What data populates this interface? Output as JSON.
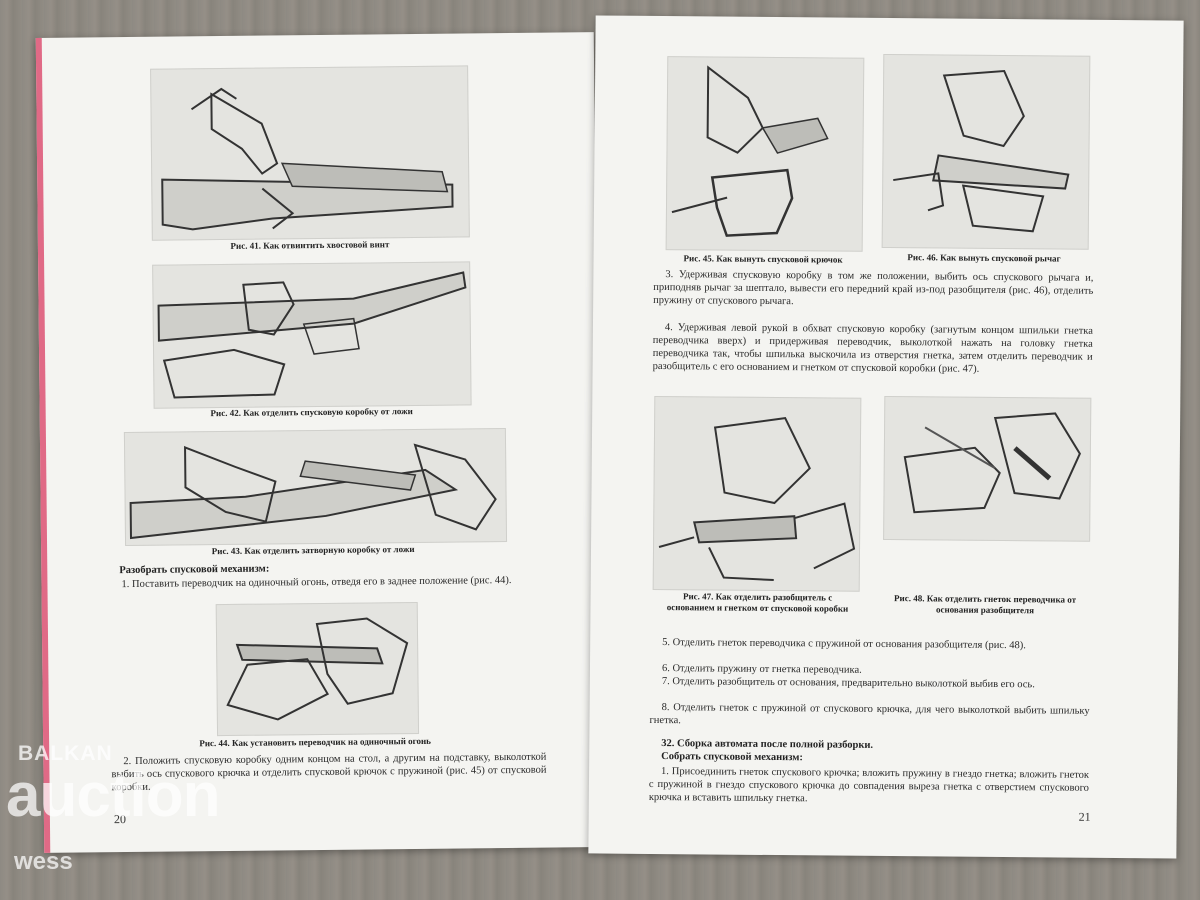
{
  "left_page": {
    "captions": {
      "fig41": "Рис. 41. Как отвинтить хвостовой винт",
      "fig42": "Рис. 42. Как отделить спусковую коробку от ложи",
      "fig43": "Рис. 43. Как отделить затворную коробку от ложи",
      "fig44": "Рис. 44. Как установить переводчик на одиночный огонь"
    },
    "section_heading": "Разобрать спусковой механизм:",
    "para1": "1. Поставить переводчик на одиночный огонь, отведя его в заднее положение (рис. 44).",
    "para2": "2. Положить спусковую коробку одним концом на стол, а другим на подставку, выколоткой выбить ось спускового крючка и отделить спусковой крючок с пружиной (рис. 45) от спусковой коробки.",
    "page_number": "20"
  },
  "right_page": {
    "captions": {
      "fig45": "Рис. 45. Как вынуть спусковой крючок",
      "fig46": "Рис. 46. Как вынуть спусковой рычаг",
      "fig47": "Рис. 47. Как отделить разобщитель с основанием и гнетком от спусковой коробки",
      "fig48": "Рис. 48. Как отделить гнеток переводчика от основания разобщителя"
    },
    "para3": "3. Удерживая спусковую коробку в том же положении, выбить ось спускового рычага и, приподняв рычаг за шептало, вывести его передний край из-под разобщителя (рис. 46), отделить пружину от спускового рычага.",
    "para4": "4. Удерживая левой рукой в обхват спусковую коробку (загнутым концом шпильки гнетка переводчика вверх) и придерживая переводчик, выколоткой нажать на головку гнетка переводчика так, чтобы шпилька выскочила из отверстия гнетка, затем отделить переводчик и разобщитель с его основанием и гнетком от спусковой коробки (рис. 47).",
    "para5": "5. Отделить гнеток переводчика с пружиной от основания разобщителя (рис. 48).",
    "para6": "6. Отделить пружину от гнетка переводчика.",
    "para7": "7. Отделить разобщитель от основания, предварительно выколоткой выбив его ось.",
    "para8": "8. Отделить гнеток с пружиной от спускового крючка, для чего выколоткой выбить шпильку гнетка.",
    "section32_heading": "32. Сборка автомата после полной разборки.",
    "subheading": "Собрать спусковой механизм:",
    "para_assembly1": "1. Присоединить гнеток спускового крючка; вложить пружину в гнездо гнетка; вложить гнеток с пружиной в гнездо спускового крючка до совпадения выреза гнетка с отверстием спускового крючка и вставить шпильку гнетка.",
    "page_number": "21"
  },
  "watermark": {
    "top": "BALKAN",
    "main": "auction",
    "bottom": "wess"
  },
  "colors": {
    "paper": "#f4f4f1",
    "spine_pink": "#e06a86",
    "table": "#8e8a83"
  }
}
